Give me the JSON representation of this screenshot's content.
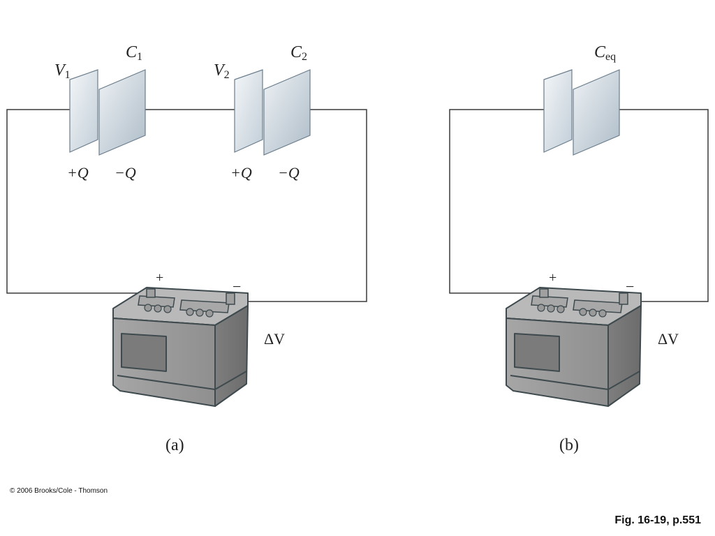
{
  "colors": {
    "plate_light": "#eef2f5",
    "plate_dark": "#aebcc8",
    "battery_body": "#9c9c9c",
    "battery_top": "#b8b8b8",
    "battery_outline": "#3e4a4e",
    "wire": "#3a3a3a"
  },
  "panel_a": {
    "caption": "(a)",
    "c1": {
      "label": "C",
      "sub": "1"
    },
    "c2": {
      "label": "C",
      "sub": "2"
    },
    "v1": {
      "label": "V",
      "sub": "1"
    },
    "v2": {
      "label": "V",
      "sub": "2"
    },
    "charge_plus_1": "+Q",
    "charge_minus_1": "−Q",
    "charge_plus_2": "+Q",
    "charge_minus_2": "−Q",
    "battery": {
      "plus": "+",
      "minus": "−",
      "voltage": "ΔV"
    }
  },
  "panel_b": {
    "caption": "(b)",
    "ceq": {
      "label": "C",
      "sub": "eq"
    },
    "battery": {
      "plus": "+",
      "minus": "−",
      "voltage": "ΔV"
    }
  },
  "copyright": "© 2006 Brooks/Cole - Thomson",
  "figure_ref": "Fig. 16-19, p.551"
}
